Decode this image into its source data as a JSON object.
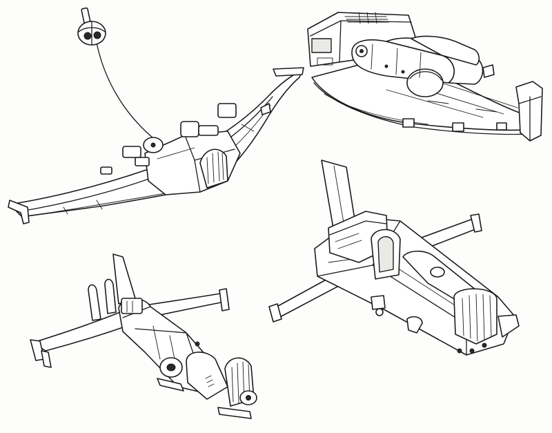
{
  "sheet": {
    "background": "#fdfdfc",
    "ink": "#1a1a1a"
  },
  "vehicles": [
    {
      "id": "tethered-flying-wing",
      "icon": "flying-wing-icon"
    },
    {
      "id": "armored-hover-barge",
      "icon": "hover-barge-icon"
    },
    {
      "id": "twin-tail-gunship",
      "icon": "gunship-icon"
    },
    {
      "id": "rotor-dropship",
      "icon": "dropship-icon"
    }
  ]
}
